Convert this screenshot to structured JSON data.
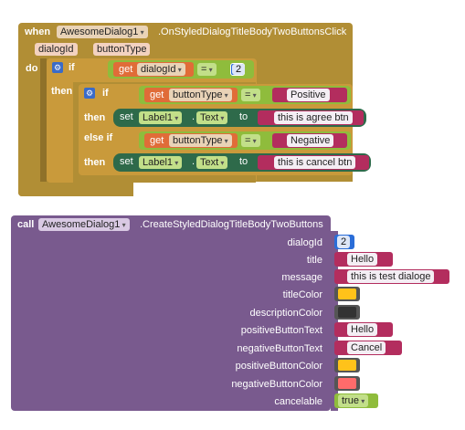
{
  "event": {
    "when": "when",
    "component": "AwesomeDialog1",
    "event_name": ".OnStyledDialogTitleBodyTwoButtonsClick",
    "params": [
      "dialogId",
      "buttonType"
    ],
    "do": "do"
  },
  "if1": {
    "if": "if",
    "then": "then",
    "get": "get",
    "var": "dialogId",
    "op": "=",
    "value": "2"
  },
  "if2": {
    "if": "if",
    "then": "then",
    "else_if": "else if",
    "get": "get",
    "var": "buttonType",
    "op": "=",
    "value1": "Positive",
    "value2": "Negative",
    "set": "set",
    "component": "Label1",
    "dot": ".",
    "property": "Text",
    "to": "to",
    "text1": "this is agree btn",
    "text2": "this is cancel btn"
  },
  "call": {
    "call": "call",
    "component": "AwesomeDialog1",
    "method": ".CreateStyledDialogTitleBodyTwoButtons",
    "args": [
      {
        "name": "dialogId",
        "value": "2",
        "kind": "number"
      },
      {
        "name": "title",
        "value": "Hello",
        "kind": "text"
      },
      {
        "name": "message",
        "value": "this is test dialoge",
        "kind": "text"
      },
      {
        "name": "titleColor",
        "color": "#ffc21a",
        "kind": "color"
      },
      {
        "name": "descriptionColor",
        "color": "#333333",
        "kind": "color"
      },
      {
        "name": "positiveButtonText",
        "value": "Hello",
        "kind": "text"
      },
      {
        "name": "negativeButtonText",
        "value": "Cancel",
        "kind": "text"
      },
      {
        "name": "positiveButtonColor",
        "color": "#ffc21a",
        "kind": "color"
      },
      {
        "name": "negativeButtonColor",
        "color": "#ff6b6b",
        "kind": "color"
      },
      {
        "name": "cancelable",
        "value": "true",
        "kind": "bool"
      }
    ]
  },
  "colors": {
    "event": "#b18e35",
    "logic": "#8fbc3c",
    "variable": "#e06c38",
    "text": "#b32d5e",
    "math": "#2a6dd8",
    "component_call": "#795a8e",
    "setter": "#2e6a4a"
  }
}
